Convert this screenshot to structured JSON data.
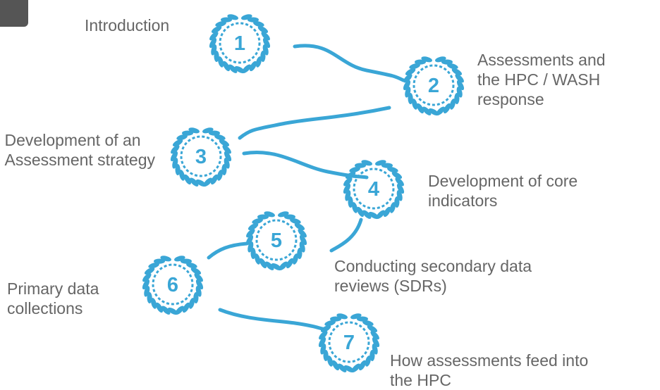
{
  "colors": {
    "accent": "#3aa6d6",
    "text": "#666666",
    "tab": "#555555"
  },
  "steps": [
    {
      "number": "1",
      "label": "Introduction"
    },
    {
      "number": "2",
      "label": "Assessments and\nthe HPC / WASH\nresponse"
    },
    {
      "number": "3",
      "label": "Development of an\nAssessment strategy"
    },
    {
      "number": "4",
      "label": "Development of core\nindicators"
    },
    {
      "number": "5",
      "label": "Conducting secondary data\nreviews (SDRs)"
    },
    {
      "number": "6",
      "label": "Primary data\ncollections"
    },
    {
      "number": "7",
      "label": "How assessments feed into\nthe HPC"
    }
  ]
}
